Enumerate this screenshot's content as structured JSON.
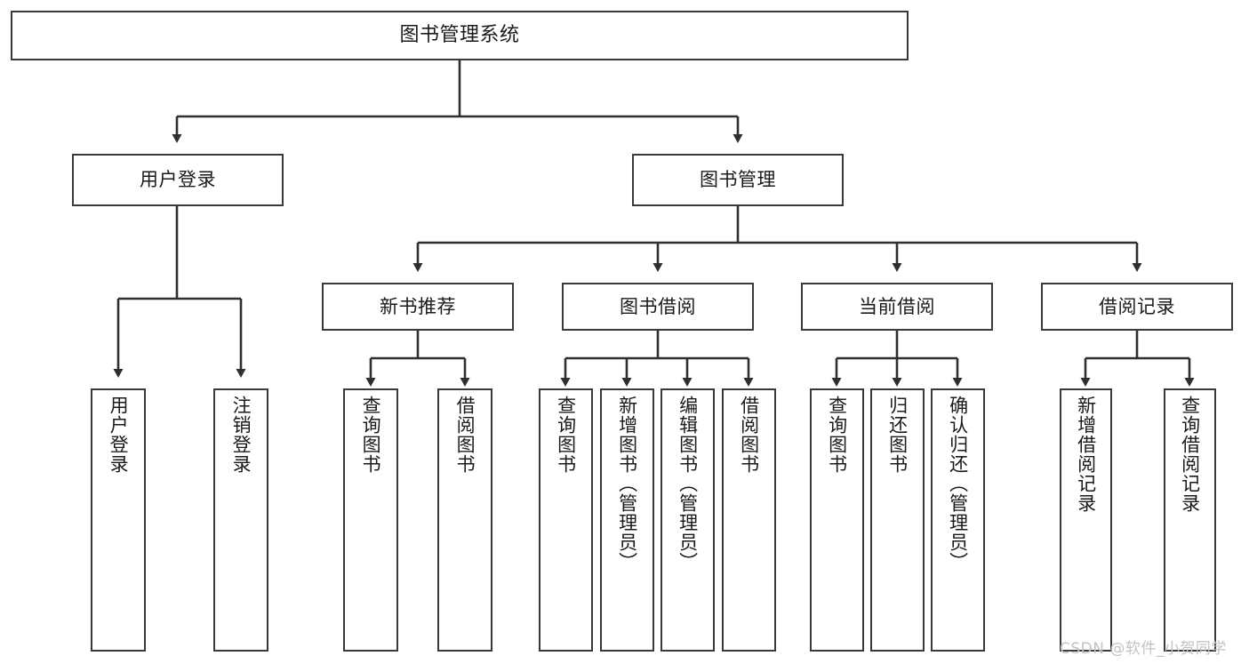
{
  "diagram": {
    "title": "图书管理系统",
    "type": "tree",
    "colors": {
      "box_border": "#3a3a3a",
      "box_fill": "#ffffff",
      "edge": "#2f2f2f",
      "text": "#1a1a1a",
      "watermark": "#c2c2c2",
      "background": "#ffffff"
    },
    "nodes": {
      "root": {
        "label": "图书管理系统"
      },
      "level1": [
        {
          "label": "用户登录"
        },
        {
          "label": "图书管理"
        }
      ],
      "level2": [
        {
          "label": "新书推荐"
        },
        {
          "label": "图书借阅"
        },
        {
          "label": "当前借阅"
        },
        {
          "label": "借阅记录"
        }
      ],
      "leaves": {
        "user_login": [
          {
            "label": "用户登录"
          },
          {
            "label": "注销登录"
          }
        ],
        "new_book_recommend": [
          {
            "label": "查询图书"
          },
          {
            "label": "借阅图书"
          }
        ],
        "book_borrow": [
          {
            "label": "查询图书"
          },
          {
            "label": "新增图书（管理员）"
          },
          {
            "label": "编辑图书（管理员）"
          },
          {
            "label": "借阅图书"
          }
        ],
        "current_borrow": [
          {
            "label": "查询图书"
          },
          {
            "label": "归还图书"
          },
          {
            "label": "确认归还（管理员）"
          }
        ],
        "borrow_record": [
          {
            "label": "新增借阅记录"
          },
          {
            "label": "查询借阅记录"
          }
        ]
      }
    },
    "watermark": "CSDN @软件_小贺同学"
  }
}
